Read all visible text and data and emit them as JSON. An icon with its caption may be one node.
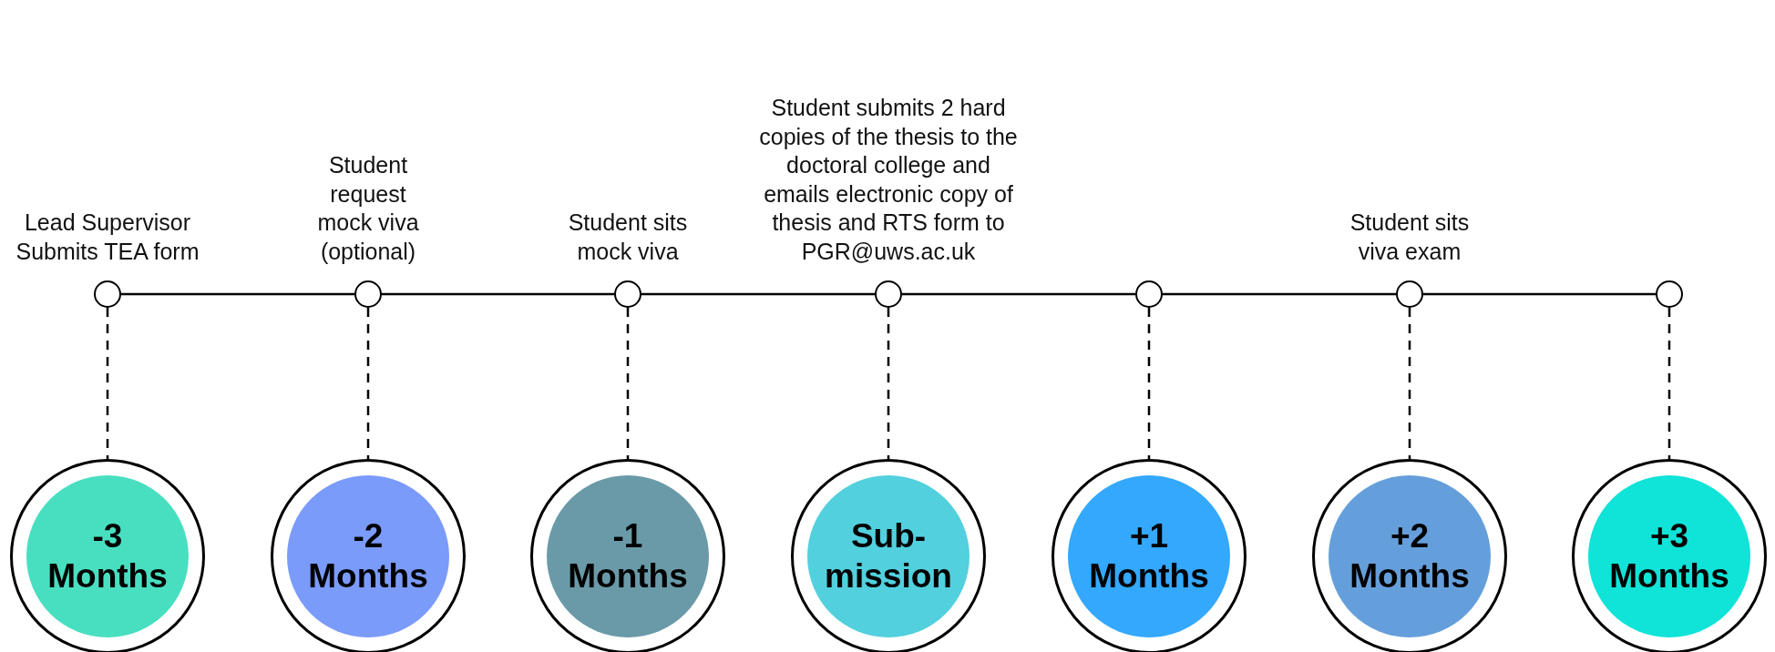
{
  "diagram": {
    "nodes": [
      {
        "text": [],
        "shape": "circle",
        "beside": [
          "Lead Supervisor Submits TEA form"
        ]
      },
      {
        "text": [],
        "shape": "circle",
        "beside": [
          "Student request mock viva (optional)"
        ]
      },
      {
        "text": [],
        "shape": "circle",
        "beside": [
          "Student sits mock viva"
        ]
      },
      {
        "text": [],
        "shape": "circle",
        "beside": [
          "Student submits 2 hard copies of the thesis to the doctoral college and emails electronic copy of thesis and RTS form to PGR@uws.ac.uk"
        ]
      },
      {
        "text": [],
        "shape": "circle"
      },
      {
        "text": [],
        "shape": "circle",
        "beside": [
          "Student sits viva exam"
        ]
      },
      {
        "text": [],
        "shape": "circle"
      },
      {
        "text": [
          "-3 Months"
        ]
      },
      {
        "text": [
          "-2 Months"
        ]
      },
      {
        "text": [
          "-1 Months"
        ]
      },
      {
        "text": [
          "Sub- mission"
        ]
      },
      {
        "text": [
          "+1 Months"
        ]
      },
      {
        "text": [
          "+2 Months"
        ]
      },
      {
        "text": [
          "+3 Months"
        ]
      }
    ],
    "edges": [
      {
        "from": 0,
        "to": 1,
        "arrow": "none"
      },
      {
        "from": 1,
        "to": 2,
        "arrow": "none"
      },
      {
        "from": 2,
        "to": 3,
        "arrow": "none"
      },
      {
        "from": 3,
        "to": 4,
        "arrow": "none"
      },
      {
        "from": 4,
        "to": 5,
        "arrow": "none"
      },
      {
        "from": 5,
        "to": 6,
        "arrow": "none"
      },
      {
        "from": 0,
        "to": 7,
        "arrow": "none",
        "style": "dashed"
      },
      {
        "from": 1,
        "to": 8,
        "arrow": "none",
        "style": "dashed"
      },
      {
        "from": 2,
        "to": 9,
        "arrow": "none",
        "style": "dashed"
      },
      {
        "from": 3,
        "to": 10,
        "arrow": "none",
        "style": "dashed"
      },
      {
        "from": 4,
        "to": 11,
        "arrow": "none",
        "style": "dashed"
      },
      {
        "from": 5,
        "to": 12,
        "arrow": "none",
        "style": "dashed"
      },
      {
        "from": 6,
        "to": 13,
        "arrow": "none",
        "style": "dashed"
      }
    ]
  }
}
